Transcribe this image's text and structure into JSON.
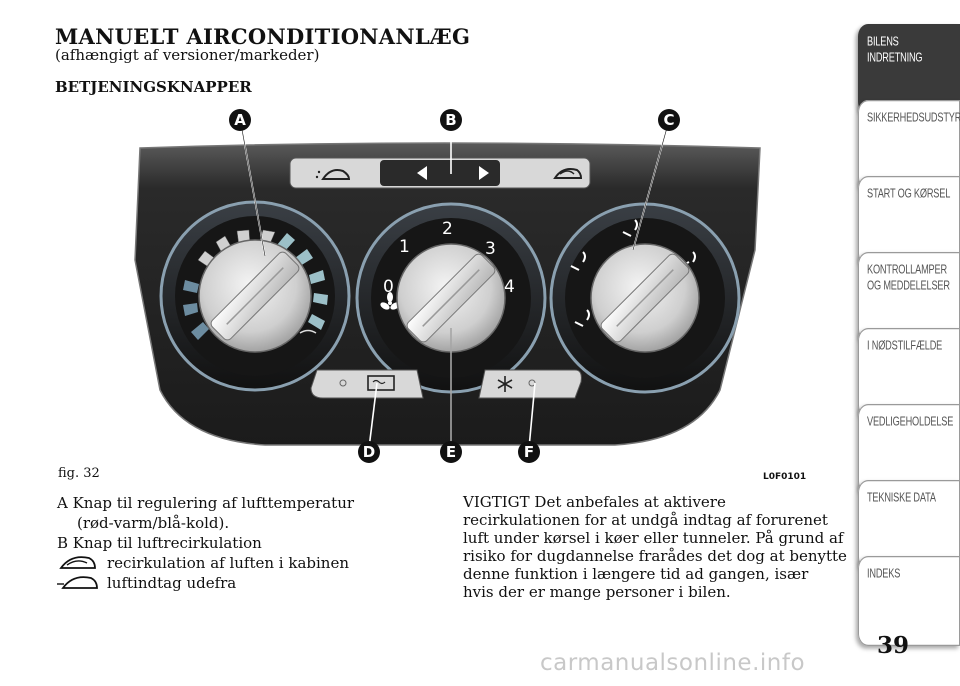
{
  "header": {
    "title": "MANUELT AIRCONDITIONANLÆG",
    "subtitle": "(afhængigt af versioner/markeder)",
    "section": "BETJENINGSKNAPPER"
  },
  "figure": {
    "caption": "fig. 32",
    "code": "L0F0101",
    "callouts": [
      "A",
      "B",
      "C",
      "D",
      "E",
      "F"
    ],
    "dial_numbers": [
      "0",
      "1",
      "2",
      "3",
      "4"
    ],
    "icons": [
      "fan-icon",
      "recirculation-icon",
      "outside-air-icon",
      "rear-defrost-icon",
      "ac-snowflake-icon",
      "airflow-face-icon",
      "airflow-feet-icon",
      "windscreen-defrost-icon"
    ]
  },
  "legend": {
    "a_line1": "A  Knap til regulering af lufttemperatur",
    "a_line2": "(rød-varm/blå-kold).",
    "b_line": "B  Knap til luftrecirkulation",
    "b_sub1": "recirkulation af luften i kabinen",
    "b_sub2": "luftindtag udefra"
  },
  "important": {
    "lines": [
      "VIGTIGT Det anbefales at aktivere",
      "recirkulationen for at undgå indtag af forurenet",
      "luft under kørsel i køer eller tunneler. På grund af",
      "risiko for dugdannelse frarådes det dog at benytte",
      "denne funktion i længere tid ad gangen, især",
      "hvis der er mange personer i bilen."
    ]
  },
  "sidebar": {
    "tabs": [
      {
        "line1": "BILENS",
        "line2": "INDRETNING",
        "active": true
      },
      {
        "line1": "SIKKERHEDSUDSTYR",
        "line2": ""
      },
      {
        "line1": "START OG KØRSEL",
        "line2": ""
      },
      {
        "line1": "KONTROLLAMPER",
        "line2": "OG MEDDELELSER"
      },
      {
        "line1": "I NØDSTILFÆLDE",
        "line2": ""
      },
      {
        "line1": "VEDLIGEHOLDELSE",
        "line2": ""
      },
      {
        "line1": "TEKNISKE DATA",
        "line2": ""
      },
      {
        "line1": "INDEKS",
        "line2": ""
      }
    ]
  },
  "page_number": "39",
  "watermark": "carmanualsonline.info"
}
